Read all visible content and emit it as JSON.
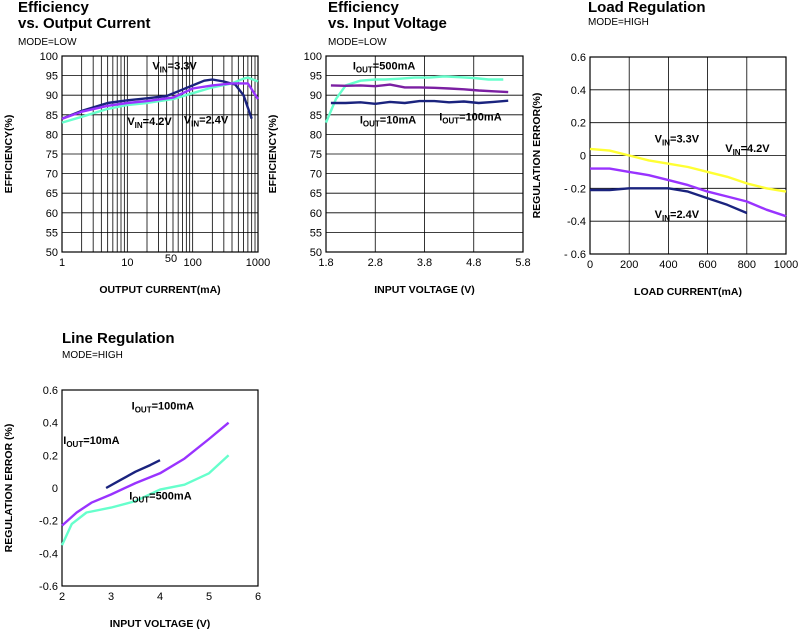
{
  "chart_data": [
    {
      "type": "line",
      "title": [
        "Efficiency",
        "vs. Output Current"
      ],
      "subtitle": "MODE=LOW",
      "xlabel": "OUTPUT CURRENT(mA)",
      "ylabel": "EFFICIENCY(%)",
      "xscale": "log",
      "xlim": [
        1,
        1000
      ],
      "ylim": [
        50,
        100
      ],
      "xticks": [
        1,
        10,
        100,
        1000
      ],
      "xtick_labels": [
        "1",
        "10",
        "100",
        "1000"
      ],
      "extra_xtick_labels": [
        {
          "value": 50,
          "label": "50"
        }
      ],
      "yticks": [
        50,
        55,
        60,
        65,
        70,
        75,
        80,
        85,
        90,
        95,
        100
      ],
      "ytick_labels": [
        "50",
        "55",
        "60",
        "65",
        "70",
        "75",
        "80",
        "85",
        "90",
        "95",
        "100"
      ],
      "grid": true,
      "series": [
        {
          "name": "VIN=2.4V",
          "color": "#1a237e",
          "x": [
            1,
            2,
            5,
            10,
            20,
            40,
            60,
            100,
            150,
            200,
            300,
            450,
            600,
            800
          ],
          "y": [
            84,
            86,
            88,
            88.7,
            89.2,
            89.8,
            91,
            92.5,
            93.7,
            94,
            93.5,
            92.7,
            90,
            84
          ]
        },
        {
          "name": "VIN=3.3V",
          "color": "#66ffcc",
          "x": [
            1,
            2,
            5,
            10,
            20,
            50,
            100,
            200,
            400,
            600,
            700,
            1000
          ],
          "y": [
            83,
            84.5,
            86.5,
            87.5,
            88,
            89,
            90.5,
            92,
            93,
            94.2,
            94.5,
            93.5
          ]
        },
        {
          "name": "VIN=4.2V",
          "color": "#9933ff",
          "x": [
            1,
            2,
            5,
            10,
            20,
            50,
            100,
            200,
            400,
            700,
            1000
          ],
          "y": [
            84,
            85.8,
            87.3,
            88,
            88.5,
            89.4,
            91.7,
            92.5,
            93,
            93,
            89
          ]
        }
      ],
      "annotations": [
        {
          "prefix": "V",
          "sub": "IN",
          "text": "=3.3V",
          "x": 200,
          "y": 96.5
        },
        {
          "prefix": "V",
          "sub": "IN",
          "text": "=4.2V",
          "x": 10,
          "y": 82.4
        },
        {
          "prefix": "V",
          "sub": "IN",
          "text": "=2.4V",
          "x": 300,
          "y": 82.8
        }
      ]
    },
    {
      "type": "line",
      "title": [
        "Efficiency",
        "vs. Input Voltage"
      ],
      "subtitle": "MODE=LOW",
      "xlabel": "INPUT VOLTAGE (V)",
      "ylabel": "EFFICIENCY(%)",
      "xlim": [
        1.8,
        5.8
      ],
      "ylim": [
        50,
        100
      ],
      "xticks": [
        1.8,
        2.8,
        3.8,
        4.8,
        5.8
      ],
      "xtick_labels": [
        "1.8",
        "2.8",
        "3.8",
        "4.8",
        "5.8"
      ],
      "yticks": [
        50,
        55,
        60,
        65,
        70,
        75,
        80,
        85,
        90,
        95,
        100
      ],
      "ytick_labels": [
        "50",
        "55",
        "60",
        "65",
        "70",
        "75",
        "80",
        "85",
        "90",
        "95",
        "100"
      ],
      "grid": true,
      "series": [
        {
          "name": "IOUT=500mA",
          "color": "#66ffcc",
          "x": [
            1.8,
            2.0,
            2.2,
            2.5,
            2.8,
            3.0,
            3.3,
            3.6,
            3.9,
            4.2,
            4.5,
            4.8,
            5.1,
            5.4
          ],
          "y": [
            83,
            89,
            92.5,
            93.7,
            94,
            94,
            94.2,
            94.5,
            94.5,
            94.8,
            94.6,
            94.4,
            94,
            94
          ]
        },
        {
          "name": "IOUT=100mA",
          "color": "#7b1fa2",
          "x": [
            1.9,
            2.2,
            2.5,
            2.8,
            3.1,
            3.4,
            3.7,
            4.0,
            4.3,
            4.6,
            4.9,
            5.2,
            5.5
          ],
          "y": [
            92.5,
            92.4,
            92.5,
            92.3,
            92.7,
            92,
            92,
            91.9,
            91.7,
            91.5,
            91.2,
            91,
            90.8
          ]
        },
        {
          "name": "IOUT=10mA",
          "color": "#1a237e",
          "x": [
            1.9,
            2.2,
            2.5,
            2.8,
            3.1,
            3.4,
            3.7,
            4.0,
            4.3,
            4.6,
            4.9,
            5.2,
            5.5
          ],
          "y": [
            88,
            88,
            88.2,
            87.8,
            88.3,
            88,
            88.5,
            88.5,
            88.2,
            88.4,
            88,
            88.3,
            88.6
          ]
        }
      ],
      "annotations": [
        {
          "prefix": "I",
          "sub": "OUT",
          "text": "=500mA",
          "x": 2.0,
          "y": 96.5
        },
        {
          "prefix": "I",
          "sub": "OUT",
          "text": "=10mA",
          "x": 2.0,
          "y": 82.8
        },
        {
          "prefix": "I",
          "sub": "OUT",
          "text": "=100mA",
          "x": 4.2,
          "y": 83.6
        }
      ]
    },
    {
      "type": "line",
      "title": [
        "Load Regulation"
      ],
      "subtitle": "MODE=HIGH",
      "xlabel": "LOAD CURRENT(mA)",
      "ylabel": "REGULATION ERROR(%)",
      "xlim": [
        0,
        1000
      ],
      "ylim": [
        -0.6,
        0.6
      ],
      "xticks": [
        0,
        200,
        400,
        600,
        800,
        1000
      ],
      "xtick_labels": [
        "0",
        "200",
        "400",
        "600",
        "800",
        "1000"
      ],
      "yticks": [
        -0.6,
        -0.4,
        -0.2,
        0,
        0.2,
        0.4,
        0.6
      ],
      "ytick_labels": [
        "- 0.6",
        "-0.4",
        "- 0.2",
        "0",
        "0.2",
        "0.4",
        "0.6"
      ],
      "grid": true,
      "series": [
        {
          "name": "VIN=3.3V",
          "color": "#ffff33",
          "x": [
            0,
            100,
            200,
            300,
            400,
            500,
            600,
            700,
            800,
            900,
            1000
          ],
          "y": [
            0.04,
            0.03,
            0.0,
            -0.03,
            -0.05,
            -0.07,
            -0.1,
            -0.13,
            -0.17,
            -0.2,
            -0.22
          ]
        },
        {
          "name": "VIN=4.2V",
          "color": "#9933ff",
          "x": [
            0,
            100,
            200,
            300,
            400,
            500,
            600,
            700,
            800,
            900,
            1000
          ],
          "y": [
            -0.08,
            -0.08,
            -0.1,
            -0.12,
            -0.15,
            -0.18,
            -0.22,
            -0.25,
            -0.28,
            -0.33,
            -0.37
          ]
        },
        {
          "name": "VIN=2.4V",
          "color": "#1a237e",
          "x": [
            0,
            100,
            200,
            300,
            400,
            500,
            600,
            700,
            800
          ],
          "y": [
            -0.21,
            -0.21,
            -0.2,
            -0.2,
            -0.2,
            -0.22,
            -0.26,
            -0.3,
            -0.35
          ]
        }
      ],
      "annotations": [
        {
          "prefix": "V",
          "sub": "IN",
          "text": "=3.3V",
          "x": 330,
          "y": 0.08
        },
        {
          "prefix": "V",
          "sub": "IN",
          "text": "=4.2V",
          "x": 690,
          "y": 0.02
        },
        {
          "prefix": "V",
          "sub": "IN",
          "text": "=2.4V",
          "x": 330,
          "y": -0.38
        }
      ]
    },
    {
      "type": "line",
      "title": [
        "Line Regulation"
      ],
      "subtitle": "MODE=HIGH",
      "xlabel": "INPUT VOLTAGE (V)",
      "ylabel": "REGULATION ERROR (%)",
      "xlim": [
        2,
        6
      ],
      "ylim": [
        -0.6,
        0.6
      ],
      "xticks": [
        2,
        3,
        4,
        5,
        6
      ],
      "xtick_labels": [
        "2",
        "3",
        "4",
        "5",
        "6"
      ],
      "yticks": [
        -0.6,
        -0.4,
        -0.2,
        0,
        0.2,
        0.4,
        0.6
      ],
      "ytick_labels": [
        "-0.6",
        "-0.4",
        "-0.2",
        "0",
        "0.2",
        "0.4",
        "0.6"
      ],
      "grid": false,
      "series": [
        {
          "name": "IOUT=100mA",
          "color": "#9933ff",
          "x": [
            2.0,
            2.3,
            2.6,
            3.0,
            3.5,
            4.0,
            4.5,
            5.0,
            5.4
          ],
          "y": [
            -0.23,
            -0.15,
            -0.09,
            -0.04,
            0.03,
            0.09,
            0.18,
            0.3,
            0.4
          ]
        },
        {
          "name": "IOUT=10mA",
          "color": "#1a237e",
          "x": [
            2.9,
            3.2,
            3.5,
            3.8,
            4.0
          ],
          "y": [
            0.0,
            0.05,
            0.1,
            0.14,
            0.17
          ]
        },
        {
          "name": "IOUT=500mA",
          "color": "#66ffcc",
          "x": [
            2.0,
            2.2,
            2.5,
            3.0,
            3.5,
            4.0,
            4.5,
            5.0,
            5.4
          ],
          "y": [
            -0.35,
            -0.22,
            -0.15,
            -0.12,
            -0.08,
            -0.01,
            0.02,
            0.09,
            0.2
          ]
        }
      ],
      "annotations": [
        {
          "prefix": "I",
          "sub": "OUT",
          "text": "=100mA",
          "x": 4.85,
          "y": 0.48
        },
        {
          "prefix": "I",
          "sub": "OUT",
          "text": "=10mA",
          "x": 3.25,
          "y": 0.27
        },
        {
          "prefix": "I",
          "sub": "OUT",
          "text": "=500mA",
          "x": 4.8,
          "y": -0.07
        }
      ]
    }
  ]
}
